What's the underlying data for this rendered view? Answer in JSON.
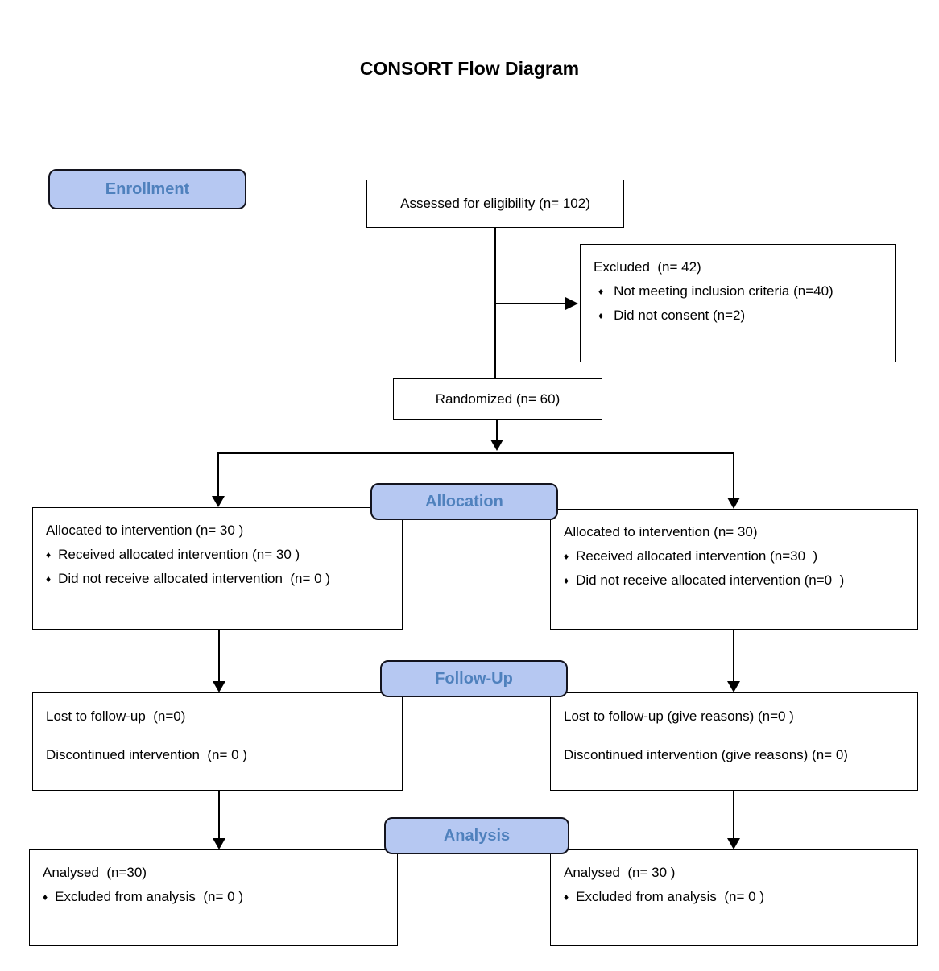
{
  "title": "CONSORT Flow Diagram",
  "glyphs": {
    "bullet": "♦"
  },
  "colors": {
    "stage_fill": "#b6c8f2",
    "stage_text": "#4f81bd",
    "box_border": "#000000",
    "background": "#ffffff"
  },
  "stages": {
    "enrollment": "Enrollment",
    "allocation": "Allocation",
    "followup": "Follow-Up",
    "analysis": "Analysis"
  },
  "boxes": {
    "assessed": {
      "text": "Assessed for eligibility (n= 102)"
    },
    "excluded": {
      "title": "Excluded  (n= 42)",
      "bullets": [
        "Not meeting inclusion criteria (n=40)",
        "Did not consent (n=2)"
      ]
    },
    "randomized": {
      "text": "Randomized (n= 60)"
    },
    "allocation_left": {
      "title": "Allocated to intervention (n= 30 )",
      "bullets": [
        "Received allocated intervention (n= 30 )",
        "Did not receive allocated intervention  (n= 0 )"
      ]
    },
    "allocation_right": {
      "title": "Allocated to intervention (n= 30)",
      "bullets": [
        "Received allocated intervention (n=30  )",
        "Did not receive allocated intervention (n=0  )"
      ]
    },
    "followup_left": {
      "lines": [
        "Lost to follow-up  (n=0)",
        "Discontinued intervention  (n= 0 )"
      ]
    },
    "followup_right": {
      "lines": [
        "Lost to follow-up (give reasons) (n=0 )",
        "Discontinued intervention (give reasons) (n= 0)"
      ]
    },
    "analysis_left": {
      "title": "Analysed  (n=30)",
      "bullets": [
        "Excluded from analysis  (n= 0 )"
      ]
    },
    "analysis_right": {
      "title": "Analysed  (n= 30 )",
      "bullets": [
        "Excluded from analysis  (n= 0 )"
      ]
    }
  }
}
